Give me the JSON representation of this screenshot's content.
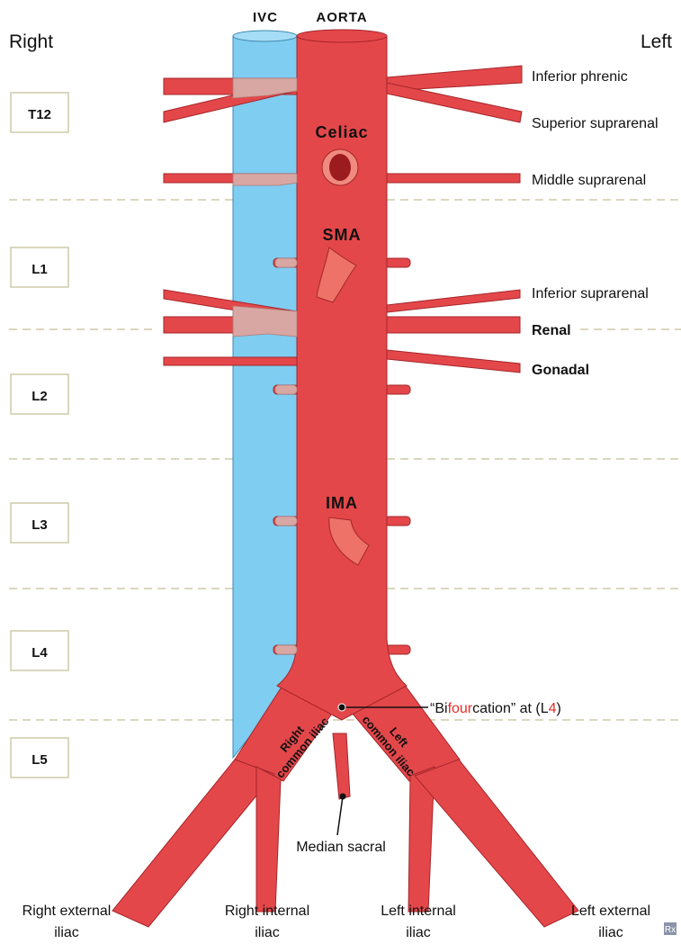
{
  "header": {
    "right": "Right",
    "left": "Left",
    "ivc": "IVC",
    "aorta": "AORTA"
  },
  "vertebrae": [
    "T12",
    "L1",
    "L2",
    "L3",
    "L4",
    "L5"
  ],
  "anterior_branches": {
    "celiac": "Celiac",
    "sma": "SMA",
    "ima": "IMA"
  },
  "lateral_branches": {
    "inferior_phrenic": "Inferior phrenic",
    "superior_suprarenal": "Superior suprarenal",
    "middle_suprarenal": "Middle suprarenal",
    "inferior_suprarenal": "Inferior suprarenal",
    "renal": "Renal",
    "gonadal": "Gonadal"
  },
  "bifurcation": {
    "prefix": "“Bi",
    "highlight": "four",
    "mid": "cation” at (L",
    "highlight_num": "4",
    "suffix": ")"
  },
  "iliac": {
    "right_common_1": "Right",
    "right_common_2": "common iliac",
    "left_common_1": "Left",
    "left_common_2": "common iliac",
    "median_sacral": "Median sacral",
    "right_external_1": "Right external",
    "right_external_2": "iliac",
    "right_internal_1": "Right internal",
    "right_internal_2": "iliac",
    "left_internal_1": "Left internal",
    "left_internal_2": "iliac",
    "left_external_1": "Left external",
    "left_external_2": "iliac"
  },
  "logo": "Rx",
  "colors": {
    "artery": "#e4474a",
    "artery_dark": "#9b1b1e",
    "ivc": "#7fcdf1",
    "overlap": "#d9a7a3",
    "highlight": "#e32d2a",
    "dashes": "#cfcaa8"
  }
}
